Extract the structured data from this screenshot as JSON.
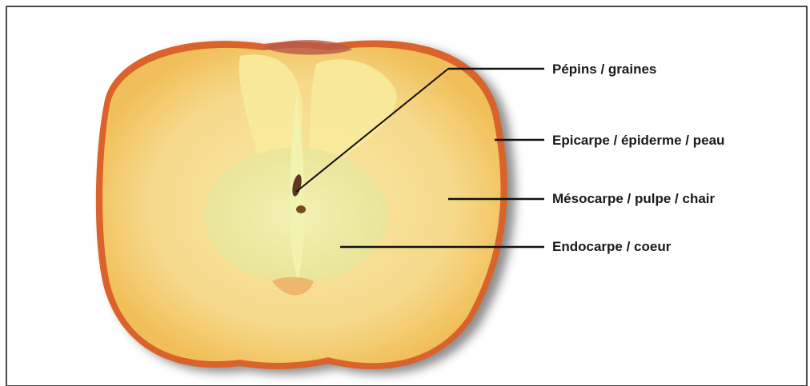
{
  "labels": {
    "seeds": "Pépins / graines",
    "epicarp": "Epicarpe / épiderme / peau",
    "mesocarp": "Mésocarpe / pulpe / chair",
    "endocarp": "Endocarpe / coeur"
  },
  "colors": {
    "skin_outer": "#d9632a",
    "skin_inner": "#f3b94d",
    "flesh": "#f7df8f",
    "core": "#eef0a0",
    "seed": "#5b3a1c",
    "leader_line": "#111111"
  }
}
